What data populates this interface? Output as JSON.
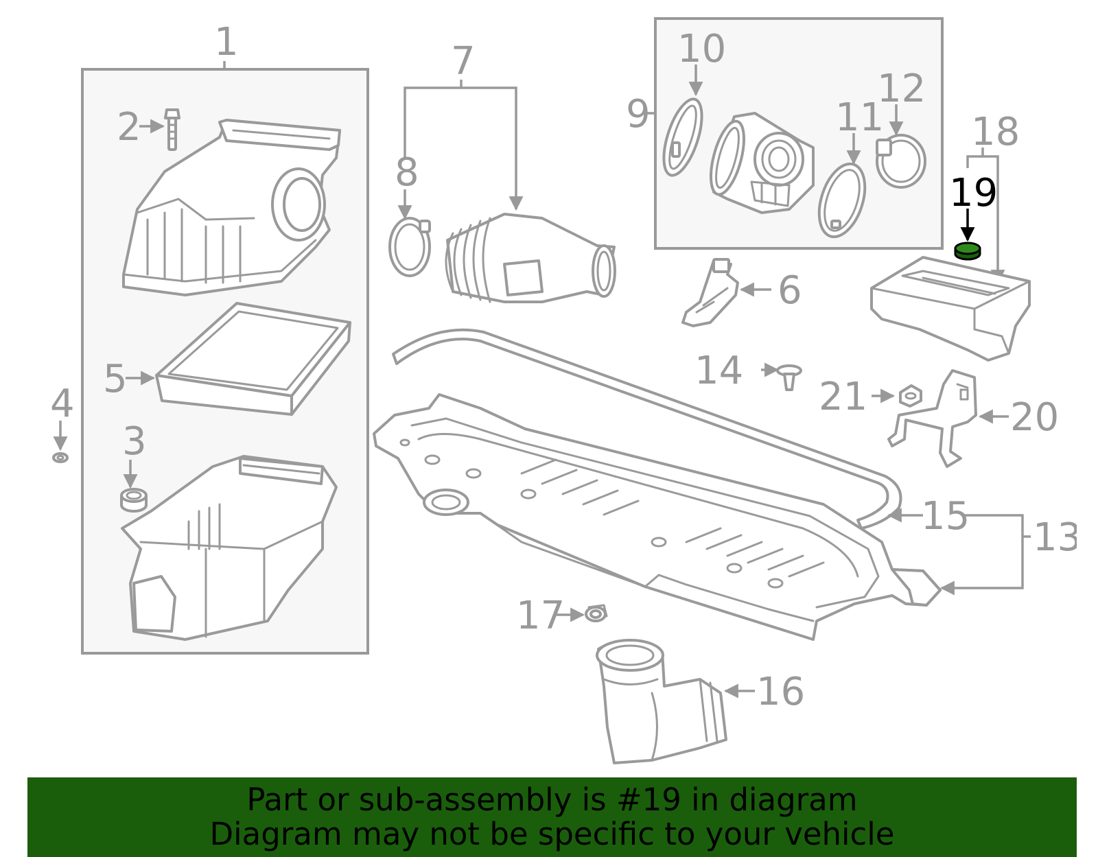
{
  "labels": {
    "p1": "1",
    "p2": "2",
    "p3": "3",
    "p4": "4",
    "p5": "5",
    "p6": "6",
    "p7": "7",
    "p8": "8",
    "p9": "9",
    "p10": "10",
    "p11": "11",
    "p12": "12",
    "p13": "13",
    "p14": "14",
    "p15": "15",
    "p16": "16",
    "p17": "17",
    "p18": "18",
    "p19": "19",
    "p20": "20",
    "p21": "21"
  },
  "highlighted_part": "19",
  "colors": {
    "banner_bg": "#1a5e0c",
    "highlight_part": "#1a5e0c",
    "line_gray": "#999999",
    "label_gray": "#999999",
    "highlight_label": "#000000"
  },
  "banner": {
    "line1": "Part or sub-assembly is #19 in diagram",
    "line2": "Diagram may not be specific to your vehicle"
  }
}
